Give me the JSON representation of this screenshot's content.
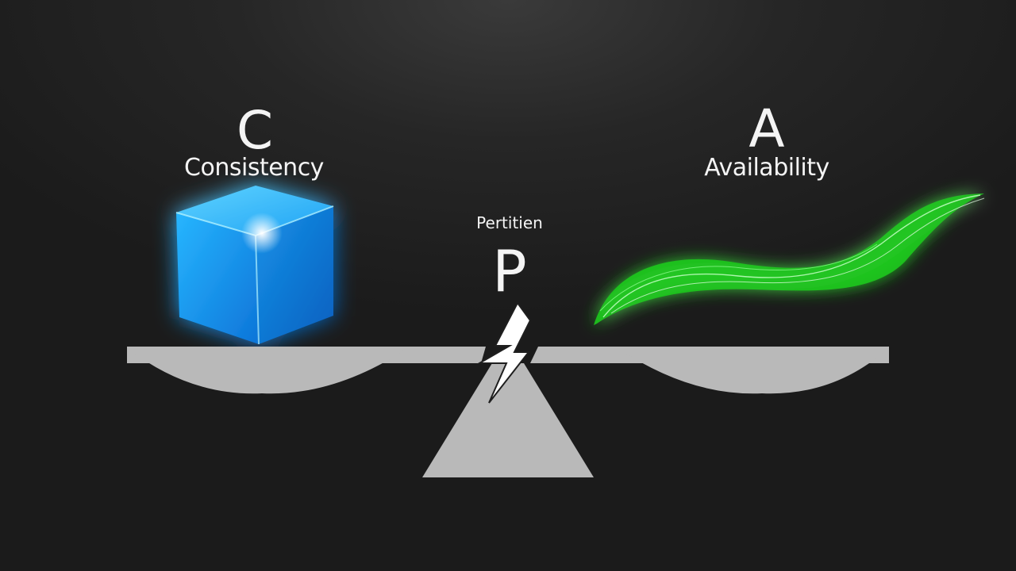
{
  "consistency": {
    "letter": "C",
    "word": "Consistency",
    "color": "#2fb4ff"
  },
  "availability": {
    "letter": "A",
    "word": "Availability",
    "color": "#3cff3c"
  },
  "partition": {
    "letter": "P",
    "word": "Pertitien",
    "icon": "lightning-bolt-icon"
  },
  "scale": {
    "color": "#b9b9b9"
  },
  "background": {
    "color": "#1f1f1f"
  }
}
